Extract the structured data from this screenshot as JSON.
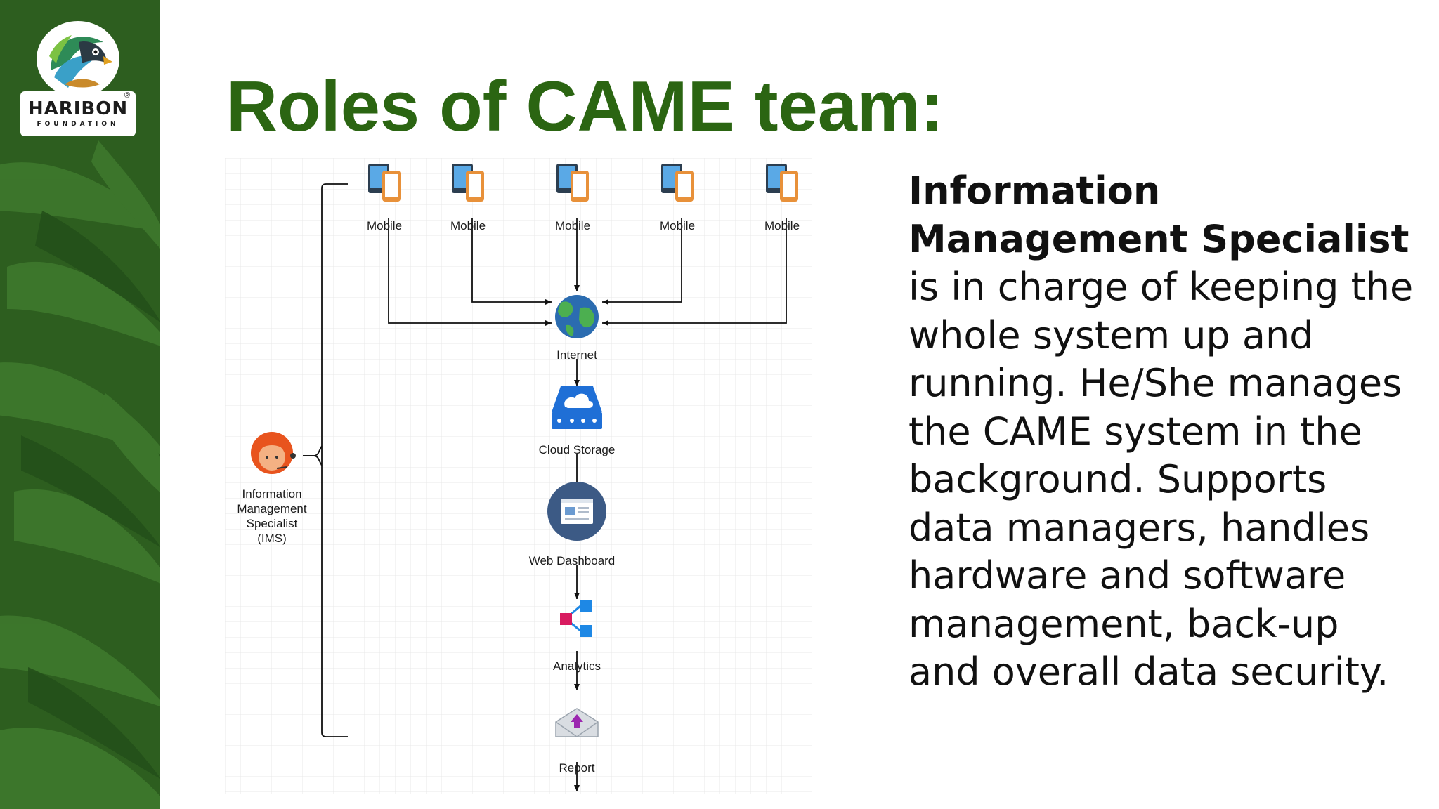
{
  "slide": {
    "title": "Roles of CAME team:",
    "logo": {
      "name": "HARIBON",
      "subtitle": "FOUNDATION",
      "registered": "®"
    }
  },
  "diagram": {
    "mobiles": [
      {
        "label": "Mobile"
      },
      {
        "label": "Mobile"
      },
      {
        "label": "Mobile"
      },
      {
        "label": "Mobile"
      },
      {
        "label": "Mobile"
      }
    ],
    "internet_label": "Internet",
    "cloud_label": "Cloud Storage",
    "dashboard_label": "Web Dashboard",
    "analytics_label": "Analytics",
    "report_label": "Report",
    "ims_label": [
      "Information",
      "Management",
      "Specialist",
      "(IMS)"
    ]
  },
  "description": {
    "heading": "Information Management Specialist",
    "body": "is in charge of keeping the whole system up and running. He/She manages the CAME system in the background. Supports data managers, handles hardware and software management, back-up and overall data security."
  },
  "colors": {
    "sidebar": "#2d5e1f",
    "title": "#2b6512",
    "icon_blue": "#1f6fd6",
    "analytics_pink": "#d81b60"
  }
}
